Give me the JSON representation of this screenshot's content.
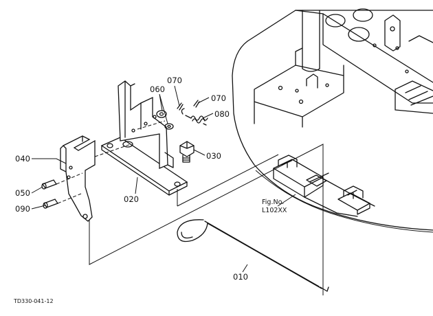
{
  "parts": [
    {
      "number": "010"
    },
    {
      "number": "020"
    },
    {
      "number": "030"
    },
    {
      "number": "040"
    },
    {
      "number": "050"
    },
    {
      "number": "060"
    },
    {
      "number": "070"
    },
    {
      "number": "080"
    },
    {
      "number": "090"
    }
  ],
  "figure_reference": {
    "line1": "Fig.No.",
    "line2": "L102XX"
  },
  "drawing_code": "TD330-041-12"
}
